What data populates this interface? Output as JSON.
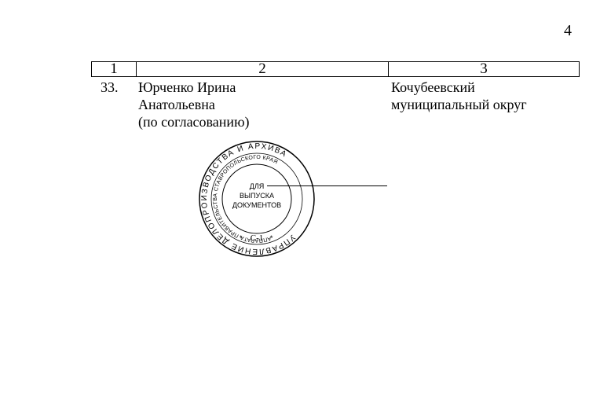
{
  "page_number": "4",
  "table": {
    "headers": [
      "1",
      "2",
      "3"
    ],
    "rows": [
      {
        "number": "33.",
        "name_lines": [
          "Юрченко Ирина",
          "Анатольевна",
          "(по согласованию)"
        ],
        "district_lines": [
          "Кочубеевский",
          "муниципальный округ"
        ]
      }
    ]
  },
  "stamp": {
    "outer_text": "УПРАВЛЕНИЕ ДЕЛОПРОИЗВОДСТВА И АРХИВА",
    "inner_text": "АППАРАТА ПРАВИТЕЛЬСТВА СТАВРОПОЛЬСКОГО КРАЯ",
    "center_lines": [
      "ДЛЯ",
      "ВЫПУСКА",
      "ДОКУМЕНТОВ"
    ],
    "code": "С-1"
  }
}
